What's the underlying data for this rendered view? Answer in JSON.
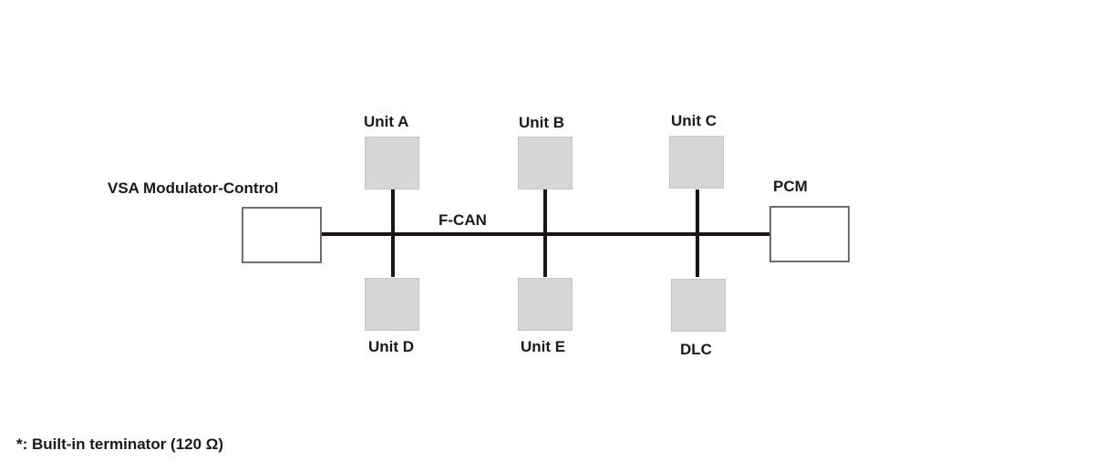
{
  "diagram": {
    "bus_label": "F-CAN",
    "end_nodes": {
      "left": "VSA Modulator-Control",
      "right": "PCM"
    },
    "top_units": [
      "Unit A",
      "Unit B",
      "Unit C"
    ],
    "bottom_units": [
      "Unit D",
      "Unit E",
      "DLC"
    ]
  },
  "footnote": {
    "text": "*: Built-in terminator (120 Ω)"
  }
}
